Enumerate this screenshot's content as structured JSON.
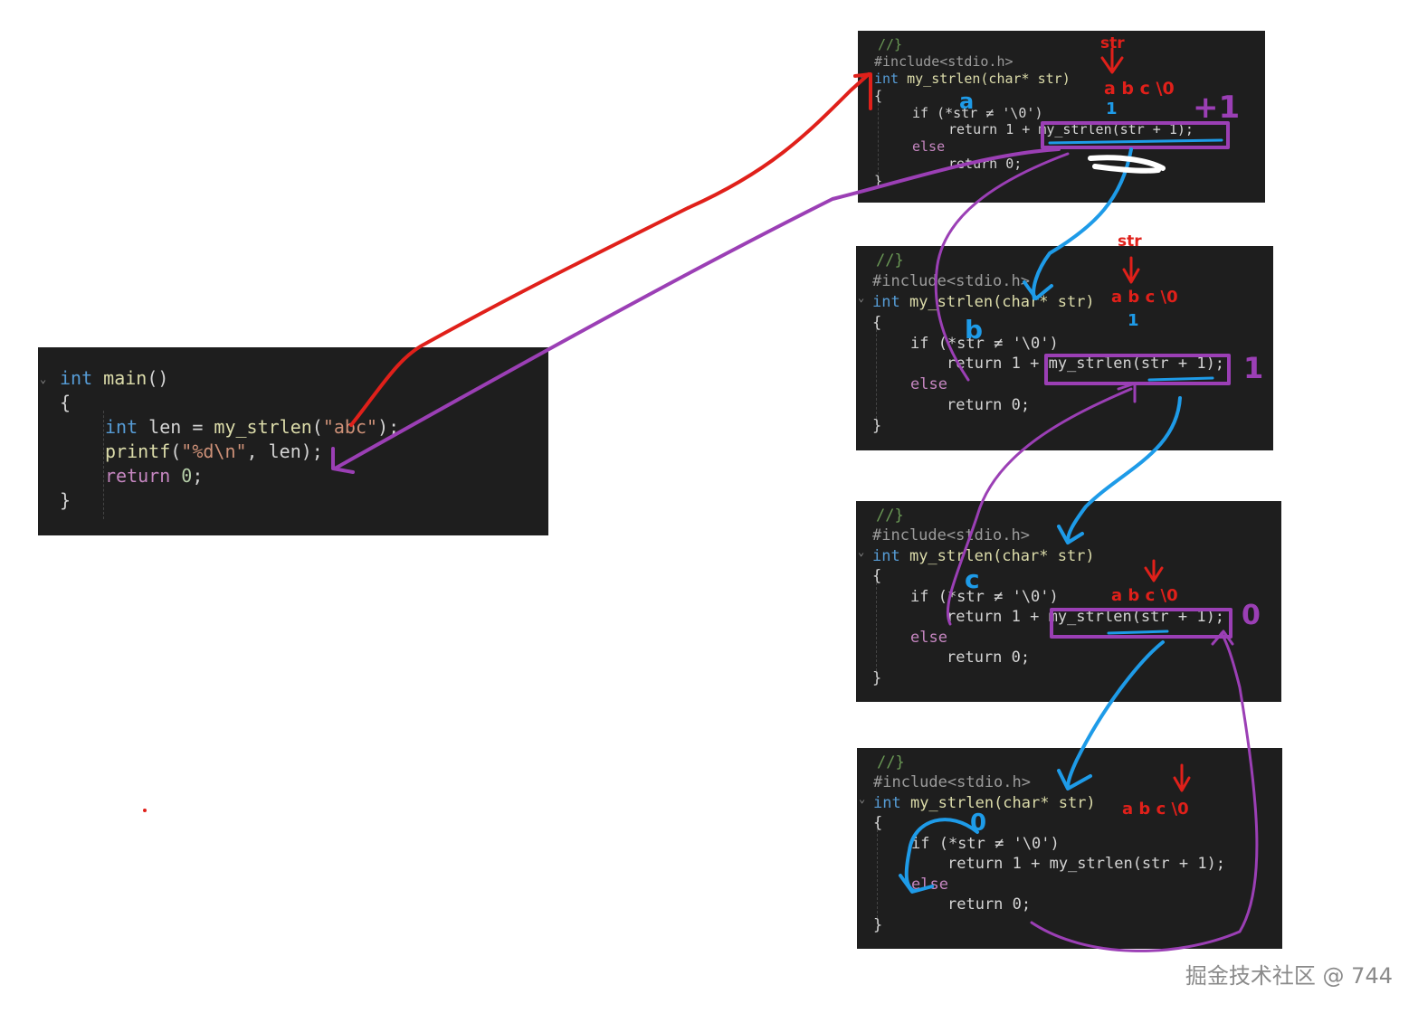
{
  "main_panel": {
    "lines": [
      "int main()",
      "{",
      "int len = my_strlen(\"abc\");",
      "printf(\"%d\\n\", len);",
      "return 0;",
      "}"
    ]
  },
  "func_panel": {
    "comment": "//}",
    "include": "#include<stdio.h>",
    "signature": "int my_strlen(char* str)",
    "open_brace": "{",
    "if_line": "if (*str ≠ '\\0')",
    "return_recursive": "return 1 + my_strlen(str + 1);",
    "else_line": "else",
    "return_zero": "return 0;",
    "close_brace": "}"
  },
  "annotations": {
    "str_label": "str",
    "chars": "a b c \\0",
    "char_a": "a",
    "char_b": "b",
    "char_c": "c",
    "char_0": "0",
    "one": "1",
    "plus_one": "+1",
    "zero": "0"
  },
  "watermark": "掘金技术社区 @ 744",
  "colors": {
    "red": "#e0201a",
    "purple": "#9b3fb5",
    "blue": "#1e9be8",
    "panel_bg": "#1e1e1e"
  }
}
